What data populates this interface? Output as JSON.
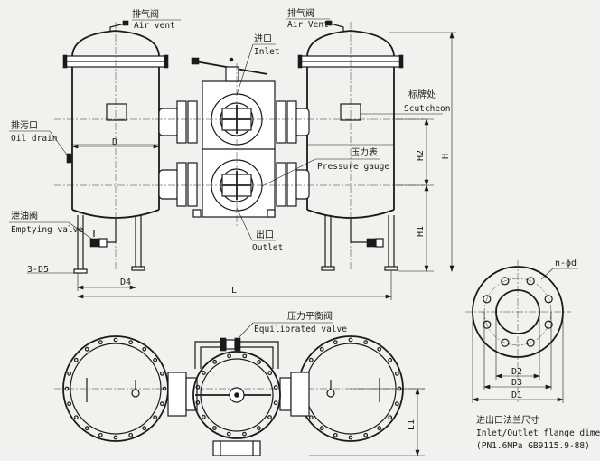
{
  "labels": {
    "air_vent_left_cn": "排气阀",
    "air_vent_left_en": "Air vent",
    "inlet_cn": "进口",
    "inlet_en": "Inlet",
    "air_vent_right_cn": "排气阀",
    "air_vent_right_en": "Air Vent",
    "scutcheon_cn": "标牌处",
    "scutcheon_en": "Scutcheon",
    "oil_drain_cn": "排污口",
    "oil_drain_en": "Oil drain",
    "pressure_gauge_cn": "压力表",
    "pressure_gauge_en": "Pressure gauge",
    "emptying_valve_cn": "泄油阀",
    "emptying_valve_en": "Emptying valve",
    "outlet_cn": "出口",
    "outlet_en": "Outlet",
    "equilibrated_valve_cn": "压力平衡阀",
    "equilibrated_valve_en": "Equilibrated valve",
    "flange_title_cn": "进出口法兰尺寸",
    "flange_title_en": "Inlet/Outlet flange dimension",
    "flange_standard": "(PN1.6MPa GB9115.9-88)"
  },
  "dimensions": {
    "d": "D",
    "h": "H",
    "h1": "H1",
    "h2": "H2",
    "three_d5": "3-D5",
    "d4": "D4",
    "l": "L",
    "l1": "L1",
    "n_phi_d": "n-ϕd",
    "d1": "D1",
    "d2": "D2",
    "d3": "D3"
  }
}
